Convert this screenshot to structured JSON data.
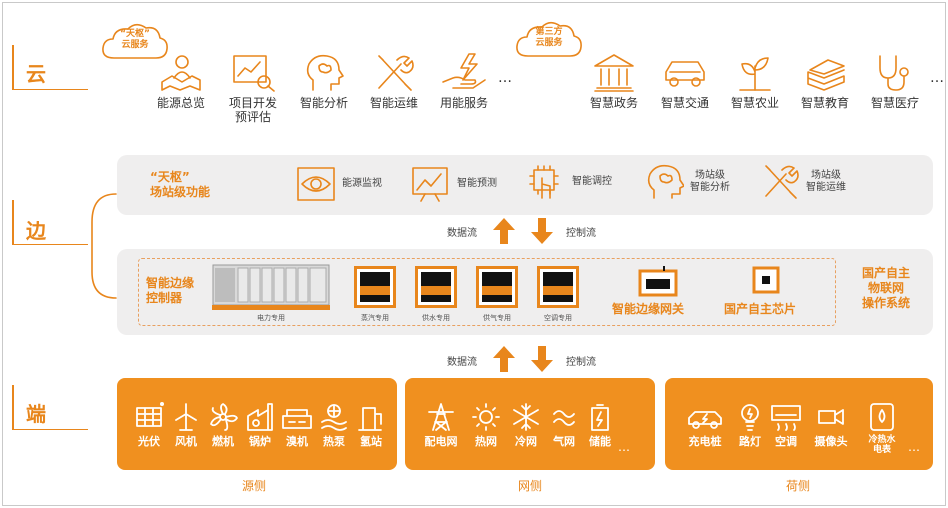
{
  "layers": {
    "cloud": "云",
    "edge": "边",
    "end": "端"
  },
  "cloud": {
    "badge_tianshu": "“天枢”\n云服务",
    "badge_third": "第三方\n云服务",
    "services_left": [
      {
        "icon": "map-person-icon",
        "label": "能源总览"
      },
      {
        "icon": "chart-magnifier-icon",
        "label": "项目开发\n预评估"
      },
      {
        "icon": "brain-head-icon",
        "label": "智能分析"
      },
      {
        "icon": "tools-icon",
        "label": "智能运维"
      },
      {
        "icon": "hand-lightning-icon",
        "label": "用能服务"
      }
    ],
    "services_right": [
      {
        "icon": "government-building-icon",
        "label": "智慧政务"
      },
      {
        "icon": "car-icon",
        "label": "智慧交通"
      },
      {
        "icon": "sprout-icon",
        "label": "智慧农业"
      },
      {
        "icon": "books-icon",
        "label": "智慧教育"
      },
      {
        "icon": "stethoscope-icon",
        "label": "智慧医疗"
      }
    ],
    "ellipsis": "…"
  },
  "edge": {
    "title": "“天枢”\n场站级功能",
    "functions": [
      {
        "icon": "eye-icon",
        "label": "能源监视"
      },
      {
        "icon": "trend-chart-icon",
        "label": "智能预测"
      },
      {
        "icon": "chip-hand-icon",
        "label": "智能调控"
      },
      {
        "icon": "brain-head-icon",
        "label": "场站级\n智能分析"
      },
      {
        "icon": "tools-icon",
        "label": "场站级\n智能运维"
      }
    ],
    "data_flow": "数据流",
    "control_flow": "控制流",
    "controller_title": "智能边缘\n控制器",
    "devices": [
      {
        "label": "电力专用"
      },
      {
        "label": "蒸汽专用"
      },
      {
        "label": "供水专用"
      },
      {
        "label": "供气专用"
      },
      {
        "label": "空调专用"
      }
    ],
    "gateway": "智能边缘网关",
    "chip": "国产自主芯片",
    "os": "国产自主\n物联网\n操作系统"
  },
  "end": {
    "groups": [
      {
        "side": "源侧",
        "items": [
          {
            "icon": "solar-panel-icon",
            "label": "光伏"
          },
          {
            "icon": "wind-turbine-icon",
            "label": "风机"
          },
          {
            "icon": "gas-turbine-icon",
            "label": "燃机"
          },
          {
            "icon": "boiler-icon",
            "label": "锅炉"
          },
          {
            "icon": "bromine-chiller-icon",
            "label": "溴机"
          },
          {
            "icon": "heat-pump-icon",
            "label": "热泵"
          },
          {
            "icon": "hydrogen-station-icon",
            "label": "氢站"
          }
        ]
      },
      {
        "side": "网侧",
        "items": [
          {
            "icon": "power-tower-icon",
            "label": "配电网"
          },
          {
            "icon": "sun-heat-icon",
            "label": "热网"
          },
          {
            "icon": "snowflake-icon",
            "label": "冷网"
          },
          {
            "icon": "gas-wave-icon",
            "label": "气网"
          },
          {
            "icon": "battery-icon",
            "label": "储能"
          }
        ]
      },
      {
        "side": "荷侧",
        "items": [
          {
            "icon": "ev-charger-icon",
            "label": "充电桩"
          },
          {
            "icon": "street-light-icon",
            "label": "路灯"
          },
          {
            "icon": "air-conditioner-icon",
            "label": "空调"
          },
          {
            "icon": "camera-icon",
            "label": "摄像头"
          },
          {
            "icon": "water-meter-icon",
            "label": "冷热水\n电表"
          }
        ]
      }
    ],
    "ellipsis": "…"
  },
  "colors": {
    "accent": "#e8861c",
    "panel": "#efeeee",
    "box": "#f0901f"
  }
}
